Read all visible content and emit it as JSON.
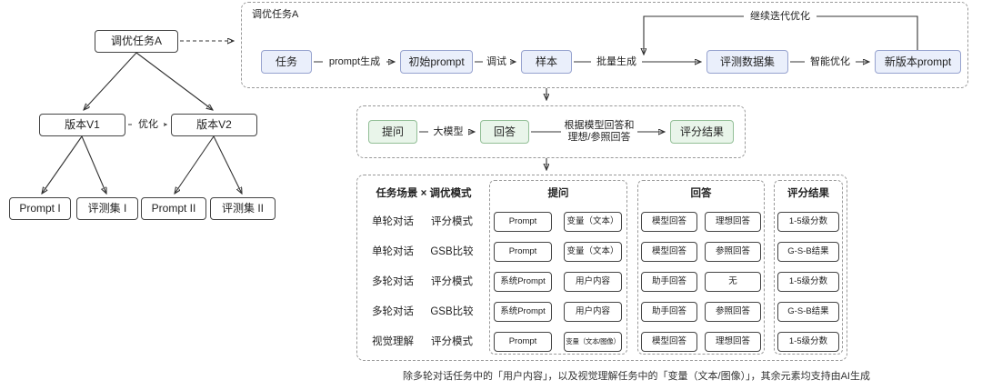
{
  "tree": {
    "root": "调优任务A",
    "optimize_label": "优化",
    "versions": [
      "版本V1",
      "版本V2"
    ],
    "v1_children": [
      "Prompt I",
      "评测集 I"
    ],
    "v2_children": [
      "Prompt II",
      "评测集 II"
    ]
  },
  "pipeline": {
    "title": "调优任务A",
    "loop_label": "继续迭代优化",
    "nodes": [
      "任务",
      "初始prompt",
      "样本",
      "评测数据集",
      "新版本prompt"
    ],
    "arrow_labels": [
      "prompt生成",
      "调试",
      "批量生成",
      "智能优化"
    ]
  },
  "eval_flow": {
    "nodes": [
      "提问",
      "回答",
      "评分结果"
    ],
    "arrow_labels": [
      "大模型",
      "根据模型回答和理想/参照回答"
    ]
  },
  "table": {
    "headers": {
      "scenario_mode": "任务场景 × 调优模式",
      "question": "提问",
      "answer": "回答",
      "score": "评分结果"
    },
    "rows": [
      {
        "scenario": "单轮对话",
        "mode": "评分模式",
        "question": [
          "Prompt",
          "变量（文本）"
        ],
        "answer": [
          "模型回答",
          "理想回答"
        ],
        "score": "1-5级分数"
      },
      {
        "scenario": "单轮对话",
        "mode": "GSB比较",
        "question": [
          "Prompt",
          "变量（文本）"
        ],
        "answer": [
          "模型回答",
          "参照回答"
        ],
        "score": "G-S-B结果"
      },
      {
        "scenario": "多轮对话",
        "mode": "评分模式",
        "question": [
          "系统Prompt",
          "用户内容"
        ],
        "answer": [
          "助手回答",
          "无"
        ],
        "score": "1-5级分数"
      },
      {
        "scenario": "多轮对话",
        "mode": "GSB比较",
        "question": [
          "系统Prompt",
          "用户内容"
        ],
        "answer": [
          "助手回答",
          "参照回答"
        ],
        "score": "G-S-B结果"
      },
      {
        "scenario": "视觉理解",
        "mode": "评分模式",
        "question": [
          "Prompt",
          "变量（文本/图像）"
        ],
        "answer": [
          "模型回答",
          "理想回答"
        ],
        "score": "1-5级分数"
      }
    ]
  },
  "footnote": "除多轮对话任务中的「用户内容」，以及视觉理解任务中的「变量（文本/图像）」，其余元素均支持由AI生成",
  "colors": {
    "node_blue_fill": "#eaeffb",
    "node_blue_border": "#97a3cf",
    "node_green_fill": "#e9f5ea",
    "node_green_border": "#93bf97",
    "line": "#333333",
    "dashed_border": "#999999"
  }
}
